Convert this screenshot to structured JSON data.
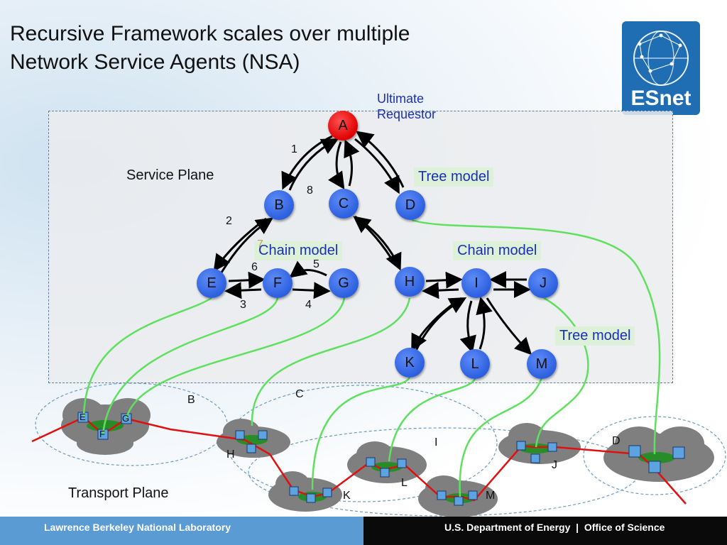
{
  "title_line1": "Recursive Framework scales over multiple",
  "title_line2": "Network Service Agents (NSA)",
  "logo_text": "ESnet",
  "ultimate_requestor": [
    "Ultimate",
    "Requestor"
  ],
  "service_plane": "Service Plane",
  "transport_plane": "Transport Plane",
  "models": {
    "tree_top": "Tree model",
    "chain_left": "Chain model",
    "chain_right": "Chain model",
    "tree_bottom": "Tree model"
  },
  "nodes": {
    "A": "A",
    "B": "B",
    "C": "C",
    "D": "D",
    "E": "E",
    "F": "F",
    "G": "G",
    "H": "H",
    "I": "I",
    "J": "J",
    "K": "K",
    "L": "L",
    "M": "M"
  },
  "sequence": {
    "n1": "1",
    "n2": "2",
    "n3": "3",
    "n4": "4",
    "n5": "5",
    "n6": "6",
    "n7": "7",
    "n8": "8"
  },
  "transport_labels": {
    "B": "B",
    "C": "C",
    "I": "I",
    "D": "D",
    "H": "H",
    "J": "J",
    "L": "L",
    "K": "K",
    "M": "M",
    "E": "E",
    "F": "F",
    "G": "G"
  },
  "colors": {
    "node": "#2c5fe0",
    "root_node": "#e00000",
    "green_link": "#5fe05f",
    "transport_path": "#e01010"
  },
  "footer": {
    "left": "Lawrence Berkeley National Laboratory",
    "right": "U.S. Department of Energy  |  Office of Science"
  }
}
